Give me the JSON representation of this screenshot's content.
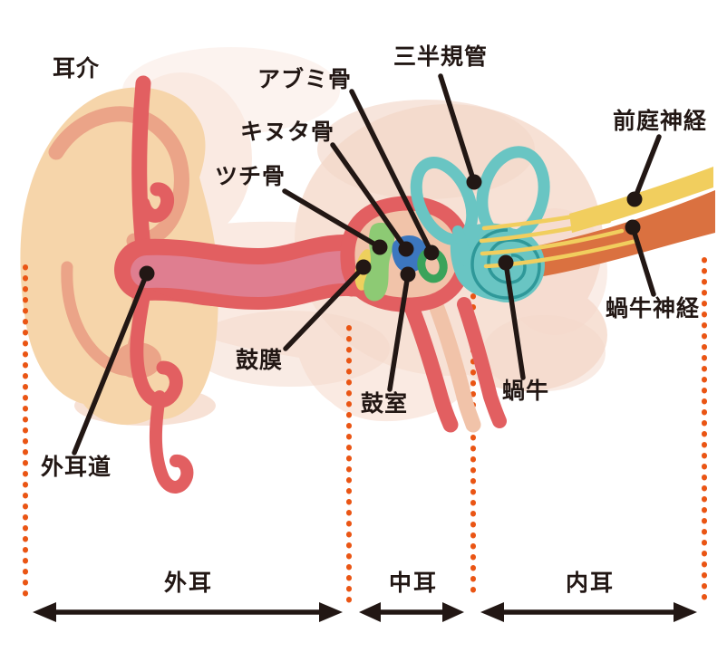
{
  "figure": {
    "type": "anatomical-diagram",
    "subject": "human ear cross-section (Japanese labels)"
  },
  "labels": {
    "pinna": "耳介",
    "stapes": "アブミ骨",
    "incus": "キヌタ骨",
    "malleus": "ツチ骨",
    "semicircular_canals": "三半規管",
    "vestibular_nerve": "前庭神経",
    "cochlear_nerve": "蝸牛神経",
    "eardrum": "鼓膜",
    "tympanic_cavity": "鼓室",
    "cochlea": "蝸牛",
    "ear_canal": "外耳道"
  },
  "regions": {
    "outer_ear": "外耳",
    "middle_ear": "中耳",
    "inner_ear": "内耳"
  },
  "colors": {
    "text_black": "#221714",
    "leader_line": "#221714",
    "divider_dotted_orange": "#ea5514",
    "pinna_skin": "#f6d5aa",
    "pinna_folds": "#eba488",
    "flesh_light": "#faeae2",
    "flesh_mid": "#f7e1d5",
    "canal_red": "#e25f61",
    "canal_lumen_pink": "#df7e90",
    "cavity_peach": "#f1c3a9",
    "eardrum_yellow": "#eed05d",
    "malleus_green": "#8dca74",
    "incus_blue": "#3c77bf",
    "stapes_green": "#3aa35a",
    "inner_ear_teal": "#69c5c3",
    "cochlea_spiral": "#2f9899",
    "vestibular_nerve_yellow": "#f1ce5e",
    "cochlear_nerve_orange": "#da7140"
  }
}
